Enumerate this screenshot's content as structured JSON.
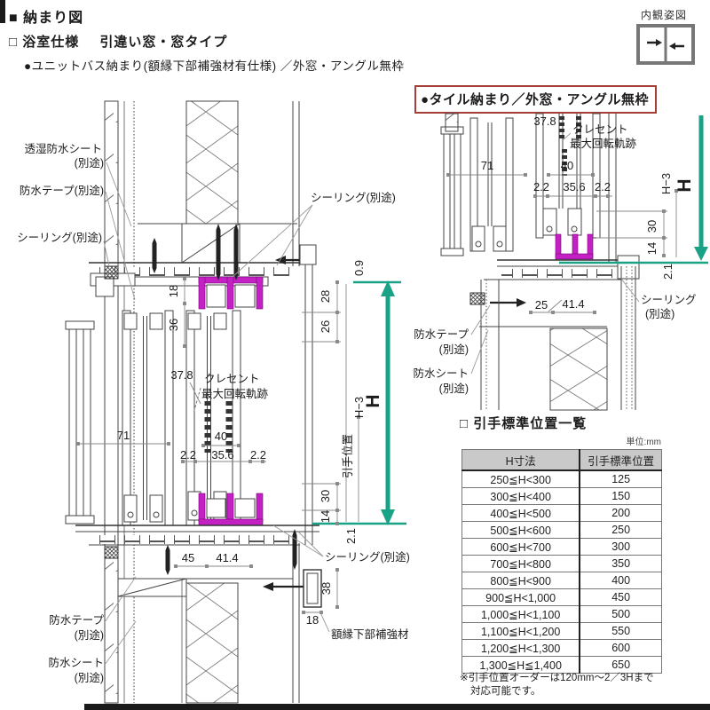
{
  "header": {
    "section_marker": "■",
    "section_title": "納まり図",
    "spec_marker": "□",
    "spec_title": "浴室仕様",
    "spec_subtitle": "引違い窓・窓タイプ",
    "bullet_line": "●ユニットバス納まり(額縁下部補強材有仕様) ／外窓・アングル無枠",
    "view_label": "内観姿図"
  },
  "tile_box": {
    "title": "●タイル納まり／外窓・アングル無枠"
  },
  "left": {
    "lbl_sheet_top1": "透湿防水シート",
    "lbl_sheet_top2": "(別途)",
    "lbl_tape_top": "防水テープ(別途)",
    "lbl_seal_left": "シーリング(別途)",
    "lbl_seal_mid": "シーリング(別途)",
    "lbl_crescent1": "クレセント",
    "lbl_crescent2": "最大回転軌跡",
    "lbl_handle": "引手位置",
    "lbl_seal_bottom": "シーリング(別途)",
    "lbl_reinforce": "額縁下部補強材",
    "lbl_tape_b1": "防水テープ",
    "lbl_tape_b2": "(別途)",
    "lbl_sheet_b1": "防水シート",
    "lbl_sheet_b2": "(別途)",
    "d18": "18",
    "d36": "36",
    "d28": "28",
    "d26": "26",
    "d09": "0.9",
    "d378": "37.8",
    "d71": "71",
    "d40": "40",
    "d22a": "2.2",
    "d356": "35.6",
    "d22b": "2.2",
    "d30": "30",
    "d14": "14",
    "d21": "2.1",
    "d45": "45",
    "d414": "41.4",
    "d38": "38",
    "d18b": "18",
    "h": "H",
    "h3": "H−3"
  },
  "right": {
    "d378": "37.8",
    "lbl_crescent1": "クレセント",
    "lbl_crescent2": "最大回転軌跡",
    "d71": "71",
    "d40": "40",
    "d22a": "2.2",
    "d356": "35.6",
    "d22b": "2.2",
    "d30": "30",
    "d14": "14",
    "d21": "2.1",
    "d25": "25",
    "d414": "41.4",
    "h": "H",
    "h3": "H−3",
    "lbl_seal1": "シーリング",
    "lbl_seal2": "(別途)",
    "lbl_tape1": "防水テープ",
    "lbl_tape2": "(別途)",
    "lbl_sheet1": "防水シート",
    "lbl_sheet2": "(別途)"
  },
  "table": {
    "marker": "□",
    "title": "引手標準位置一覧",
    "unit": "単位:mm",
    "col_h": "H寸法",
    "col_pos": "引手標準位置",
    "rows": [
      [
        "250≦H<300",
        "125"
      ],
      [
        "300≦H<400",
        "150"
      ],
      [
        "400≦H<500",
        "200"
      ],
      [
        "500≦H<600",
        "250"
      ],
      [
        "600≦H<700",
        "300"
      ],
      [
        "700≦H<800",
        "350"
      ],
      [
        "800≦H<900",
        "400"
      ],
      [
        "900≦H<1,000",
        "450"
      ],
      [
        "1,000≦H<1,100",
        "500"
      ],
      [
        "1,100≦H<1,200",
        "550"
      ],
      [
        "1,200≦H<1,300",
        "600"
      ],
      [
        "1,300≦H≦1,400",
        "650"
      ]
    ]
  },
  "note": {
    "line1": "※引手位置オーダーは120mm〜2／3Hまで",
    "line2": "対応可能です。"
  },
  "colors": {
    "accent_green": "#1aa287",
    "highlight_magenta": "#c321c3",
    "box_red": "#a63e38",
    "table_header_bg": "#c9c9c9"
  }
}
